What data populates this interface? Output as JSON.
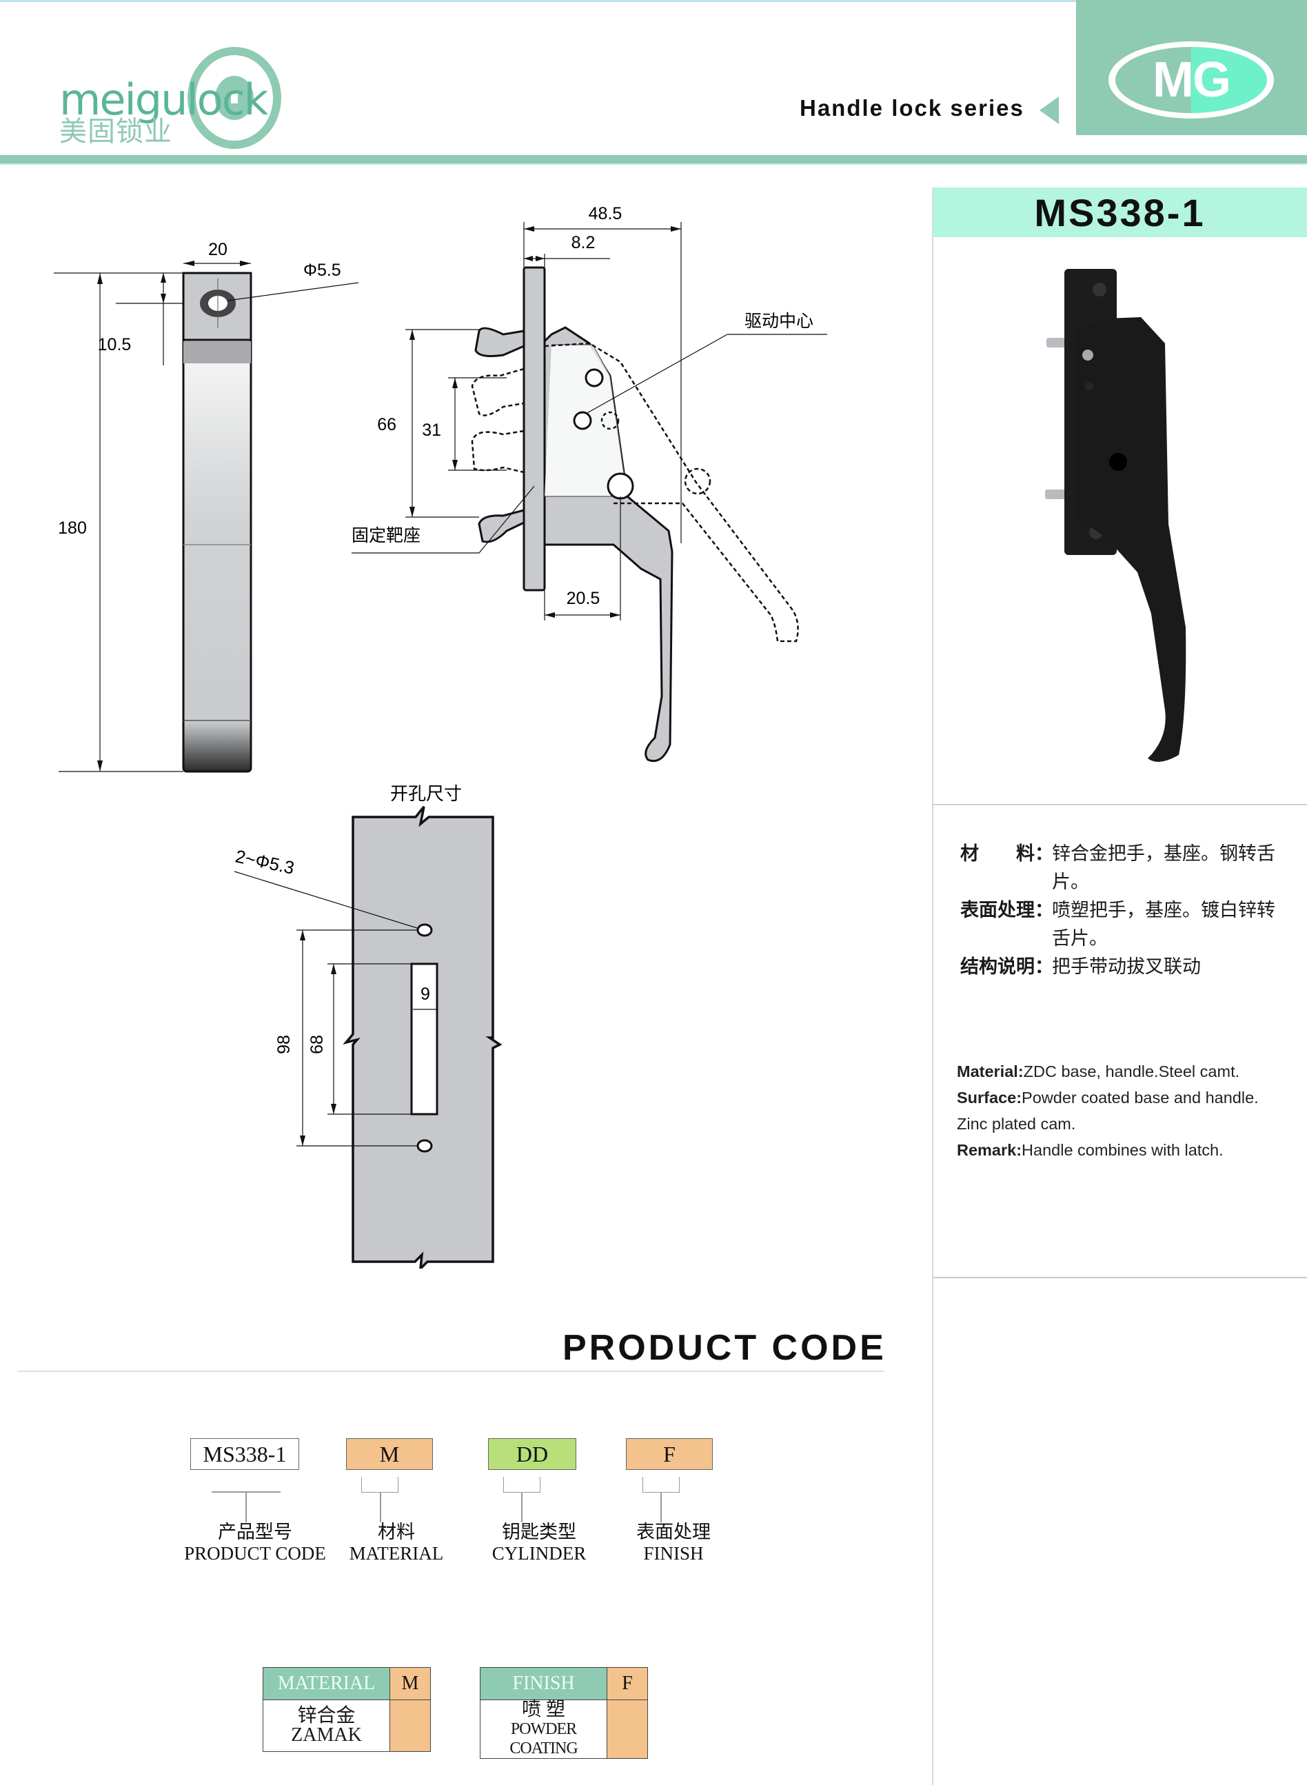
{
  "header": {
    "brand_text": "meigulock",
    "brand_cn": "美固锁业",
    "series_label": "Handle lock series",
    "badge": "MG",
    "colors": {
      "brand_green": "#8fcab3",
      "title_mint": "#b4f5e0",
      "badge_light": "#6ef0c8"
    }
  },
  "product": {
    "model": "MS338-1",
    "photo_alt": "Black handle lock photo"
  },
  "drawings": {
    "front_view": {
      "width": "20",
      "hole": "Φ5.5",
      "hole_offset": "10.5",
      "height": "180"
    },
    "side_view": {
      "total_depth": "48.5",
      "base_thickness": "8.2",
      "label_drive_center": "驱动中心",
      "label_fixed_seat": "固定靶座",
      "cam_span": "66",
      "cam_inner": "31",
      "handle_offset": "20.5"
    },
    "cutout": {
      "title": "开孔尺寸",
      "holes": "2~Φ5.3",
      "hole_pitch": "98",
      "slot_length": "68",
      "slot_width": "9"
    }
  },
  "specs_cn": [
    {
      "label": "材　　料：",
      "value": "锌合金把手，基座。钢转舌片。"
    },
    {
      "label": "表面处理：",
      "value": "喷塑把手，基座。镀白锌转舌片。"
    },
    {
      "label": "结构说明：",
      "value": "把手带动拔叉联动"
    }
  ],
  "specs_en": [
    {
      "label": "Material:",
      "value": "ZDC base, handle.Steel camt."
    },
    {
      "label": "Surface:",
      "value": "Powder coated base and handle."
    },
    {
      "label": "",
      "value": "Zinc plated cam."
    },
    {
      "label": "Remark:",
      "value": "Handle combines with latch."
    }
  ],
  "product_code": {
    "title": "PRODUCT CODE",
    "boxes": [
      {
        "code": "MS338-1",
        "cn": "产品型号",
        "en": "PRODUCT CODE",
        "color": "#ffffff"
      },
      {
        "code": "M",
        "cn": "材料",
        "en": "MATERIAL",
        "color": "#f4c28d"
      },
      {
        "code": "DD",
        "cn": "钥匙类型",
        "en": "CYLINDER",
        "color": "#b8e07a"
      },
      {
        "code": "F",
        "cn": "表面处理",
        "en": "FINISH",
        "color": "#f4c28d"
      }
    ]
  },
  "tables": {
    "material": {
      "header": "MATERIAL",
      "code": "M",
      "cn": "锌合金",
      "en": "ZAMAK"
    },
    "finish": {
      "header": "FINISH",
      "code": "F",
      "cn": "喷 塑",
      "en": "POWDER COATING"
    }
  }
}
